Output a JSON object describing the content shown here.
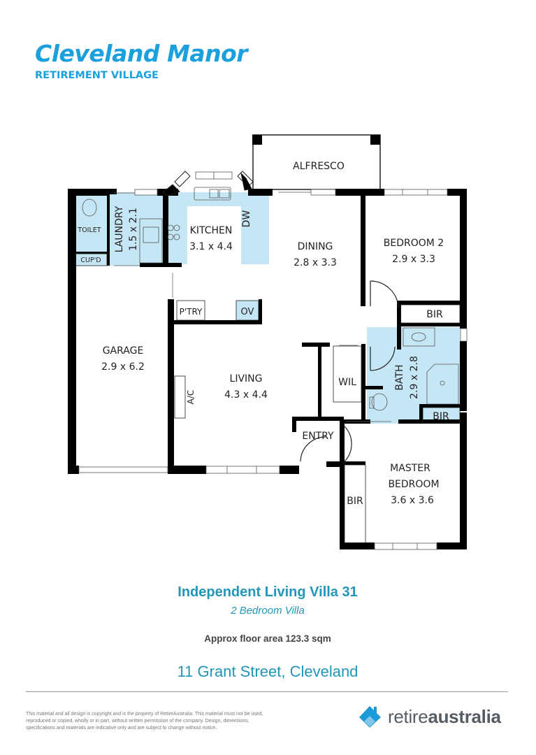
{
  "brand": {
    "title": "Cleveland Manor",
    "subtitle": "RETIREMENT VILLAGE",
    "color": "#1aa0dc"
  },
  "floorplan": {
    "wet_area_color": "#c5e6f5",
    "rooms": {
      "alfresco": {
        "name": "ALFRESCO"
      },
      "laundry": {
        "name": "LAUNDRY",
        "size": "1.5 x 2.1"
      },
      "toilet": {
        "name": "TOILET"
      },
      "cupboard": {
        "name": "CUP'D"
      },
      "kitchen": {
        "name": "KITCHEN",
        "size": "3.1 x 4.4"
      },
      "dishwasher": {
        "name": "DW"
      },
      "dining": {
        "name": "DINING",
        "size": "2.8 x 3.3"
      },
      "bedroom2": {
        "name": "BEDROOM 2",
        "size": "2.9 x 3.3"
      },
      "bir_bedroom2": {
        "name": "BIR"
      },
      "pantry": {
        "name": "P'TRY"
      },
      "oven": {
        "name": "OV"
      },
      "garage": {
        "name": "GARAGE",
        "size": "2.9 x 6.2"
      },
      "living": {
        "name": "LIVING",
        "size": "4.3 x 4.4"
      },
      "aircon": {
        "name": "A/C"
      },
      "wil": {
        "name": "WIL"
      },
      "bath": {
        "name": "BATH",
        "size": "2.9 x 2.8"
      },
      "bir_bath": {
        "name": "BIR"
      },
      "entry": {
        "name": "ENTRY"
      },
      "master_bedroom": {
        "name_line1": "MASTER",
        "name_line2": "BEDROOM",
        "size": "3.6 x 3.6"
      },
      "bir_master": {
        "name": "BIR"
      }
    }
  },
  "info": {
    "title": "Independent Living Villa 31",
    "subtitle": "2 Bedroom Villa",
    "area": "Approx floor area 123.3 sqm",
    "address": "11 Grant Street, Cleveland",
    "accent_color": "#2196b8"
  },
  "footer": {
    "disclaimer": "This material and all design is copyright and is the property of RetireAustralia. This material must not be used, reproduced or copied, wholly or in part, without written permission of the company. Design, dimensions, specifications and materials are indicative only and are subject to change without notice.",
    "logo_light": "retire",
    "logo_bold": "australia",
    "logo_icon": "house-diamond-icon"
  }
}
